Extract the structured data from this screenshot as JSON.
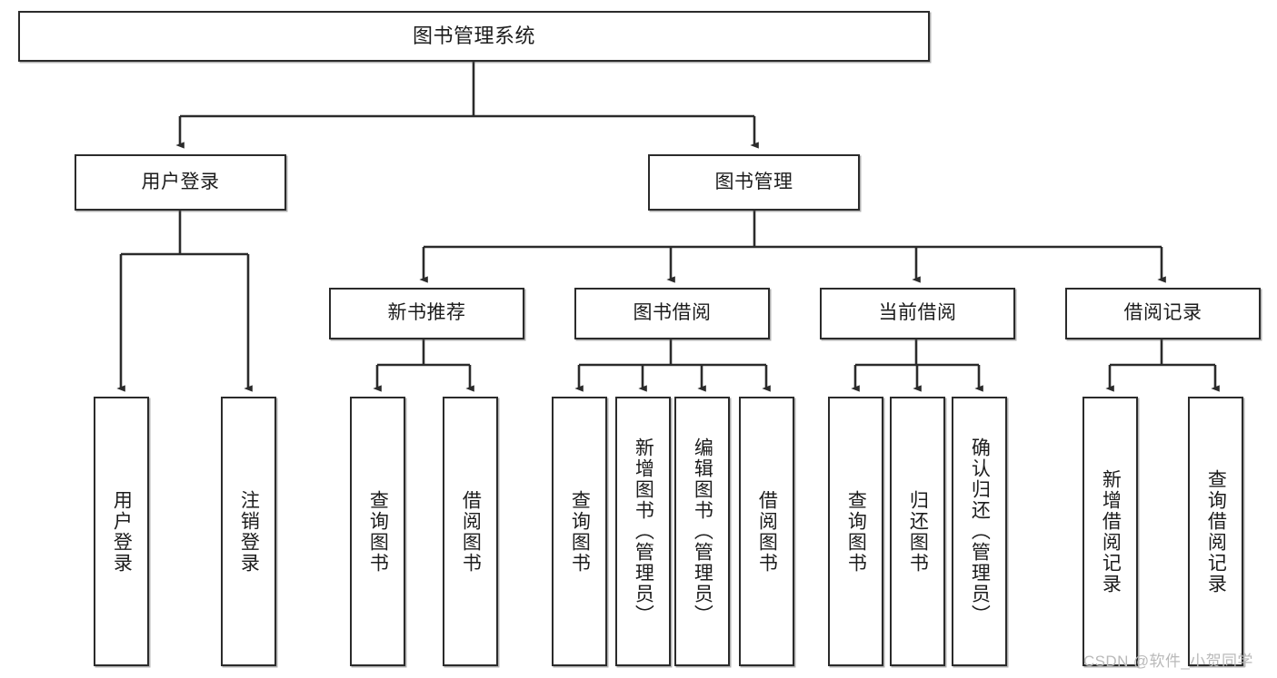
{
  "diagram": {
    "type": "tree-hierarchy",
    "title": "图书管理系统",
    "root": {
      "label": "图书管理系统"
    },
    "level2": [
      {
        "id": "user-login",
        "label": "用户登录"
      },
      {
        "id": "book-management",
        "label": "图书管理"
      }
    ],
    "level3": [
      {
        "id": "new-book-recommend",
        "label": "新书推荐",
        "parent": "book-management"
      },
      {
        "id": "book-borrow",
        "label": "图书借阅",
        "parent": "book-management"
      },
      {
        "id": "current-borrow",
        "label": "当前借阅",
        "parent": "book-management"
      },
      {
        "id": "borrow-record",
        "label": "借阅记录",
        "parent": "book-management"
      }
    ],
    "leaves": [
      {
        "id": "leaf-user-login",
        "label": "用户登录",
        "parent": "user-login"
      },
      {
        "id": "leaf-logout-login",
        "label": "注销登录",
        "parent": "user-login"
      },
      {
        "id": "leaf-query-book-1",
        "label": "查询图书",
        "parent": "new-book-recommend"
      },
      {
        "id": "leaf-borrow-book-1",
        "label": "借阅图书",
        "parent": "new-book-recommend"
      },
      {
        "id": "leaf-query-book-2",
        "label": "查询图书",
        "parent": "book-borrow"
      },
      {
        "id": "leaf-add-book",
        "label": "新增图书（管理员）",
        "parent": "book-borrow"
      },
      {
        "id": "leaf-edit-book",
        "label": "编辑图书（管理员）",
        "parent": "book-borrow"
      },
      {
        "id": "leaf-borrow-book-2",
        "label": "借阅图书",
        "parent": "book-borrow"
      },
      {
        "id": "leaf-query-book-3",
        "label": "查询图书",
        "parent": "current-borrow"
      },
      {
        "id": "leaf-return-book",
        "label": "归还图书",
        "parent": "current-borrow"
      },
      {
        "id": "leaf-confirm-return",
        "label": "确认归还（管理员）",
        "parent": "current-borrow"
      },
      {
        "id": "leaf-add-record",
        "label": "新增借阅记录",
        "parent": "borrow-record"
      },
      {
        "id": "leaf-query-record",
        "label": "查询借阅记录",
        "parent": "borrow-record"
      }
    ],
    "colors": {
      "border": "#2b2b2b",
      "background": "#ffffff",
      "text": "#1c1c1c",
      "watermark": "#b9b9b9"
    }
  },
  "watermark": {
    "text": "CSDN @软件_小贺同学"
  }
}
